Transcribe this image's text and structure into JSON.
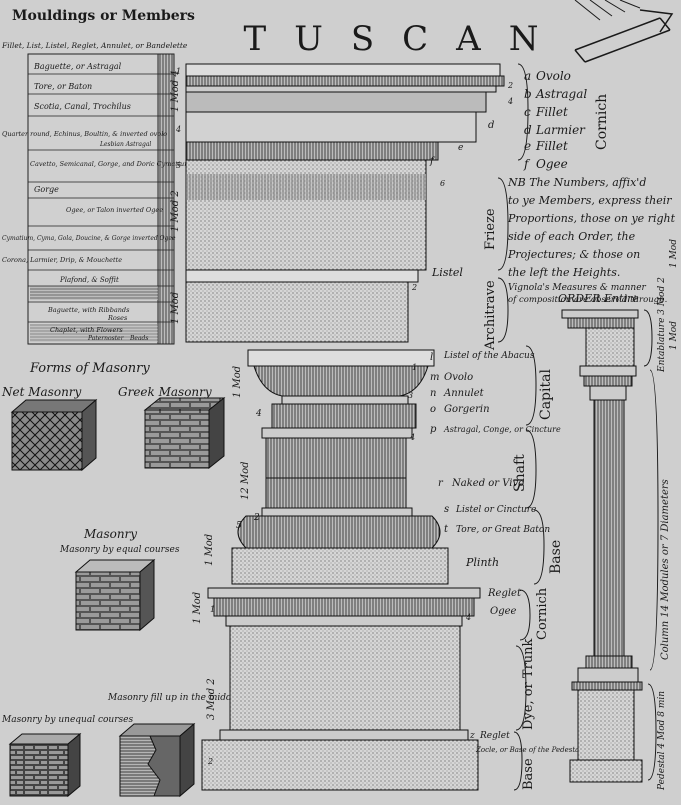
{
  "title": "TUSCAN",
  "mouldings": {
    "heading": "Mouldings or Members",
    "subheading": "Fillet, List, Listel, Reglet, Annulet, or Bandelette",
    "items": [
      "Baguette, or Astragal",
      "Tore, or Baton",
      "Scotia, Canal, Trochilus",
      "Quarter round, Echinus, Boultin, & inverted ovolo",
      "Lesbian Astragal",
      "Cavetto, Semicanal, Gorge, and Doric Cymatium",
      "Gorge",
      "Ogee, or Talon inverted Ogee",
      "Cymatium, Cyma, Gola, Doucine, & Gorge inverted Ogee",
      "Corona, Larmier, Drip, & Mouchette",
      "Plafond, & Soffit",
      "Baguette, with Ribbands",
      "Roses",
      "Chaplet, with Flowers",
      "Paternoster",
      "Beads"
    ]
  },
  "masonry": {
    "heading": "Forms of Masonry",
    "types": [
      "Net Masonry",
      "Greek Masonry",
      "Masonry by equal courses",
      "Masonry by unequal courses",
      "Masonry fill up in the middle"
    ]
  },
  "cornice": {
    "letters": [
      "a",
      "b",
      "c",
      "d",
      "e",
      "f"
    ],
    "names": [
      "Ovolo",
      "Astragal",
      "Fillet",
      "Larmier",
      "Fillet",
      "Ogee"
    ],
    "section": "Cornich"
  },
  "entablature": {
    "frieze": "Frieze",
    "architrave": "Architrave",
    "listel": "Listel",
    "note": [
      "NB The Numbers, affix'd",
      "to ye Members, express their",
      "Proportions, those on ye right",
      "side of each Order, the",
      "Projectures; & those on",
      "the left the Heights.",
      "Vignola's Measures & manner",
      "of composition are observ'd through."
    ],
    "left_measures": [
      "1 Mod 4",
      "1 Mod 2",
      "1 Mod"
    ]
  },
  "capital": {
    "section": "Capital",
    "letters": [
      "l",
      "m",
      "n",
      "o",
      "p"
    ],
    "names": [
      "Listel of the Abacus",
      "Ovolo",
      "Annulet",
      "Gorgerin"
    ],
    "astragal": "Astragal, Conge, or Cincture",
    "left_measure": "1 Mod"
  },
  "shaft": {
    "section": "Shaft",
    "naked": "Naked or Vivo",
    "letters": [
      "r",
      "s",
      "t"
    ],
    "left_measure": "12 Mod"
  },
  "base": {
    "section": "Base",
    "listel": "Listel or Cincture",
    "tore": "Tore, or Great Baton",
    "plinth": "Plinth",
    "left_measure": "1 Mod"
  },
  "pedestal": {
    "cornice_section": "Cornich",
    "reglet": "Reglet",
    "ogee": "Ogee",
    "trunk": "Dye, or Trunk",
    "base_section": "Base",
    "base_reglet": "Reglet",
    "zocle": "Zocle, or Base of the Pedestal",
    "letters": [
      "z",
      "z"
    ],
    "left_measures": [
      "1 Mod",
      "3 Mod 2"
    ]
  },
  "order_entire": {
    "heading": "ORDER Entire",
    "entablature": "Entablature 3 Mod 2",
    "column": "Column 14 Modules or 7 Diameters",
    "pedestal": "Pedestal 4 Mod 8 min",
    "side_mark": "1 Mod"
  },
  "proportions": [
    "1",
    "2",
    "4",
    "4",
    "5",
    "6",
    "2",
    "4",
    "4",
    "3",
    "1",
    "2",
    "4",
    "5",
    "1",
    "2"
  ]
}
